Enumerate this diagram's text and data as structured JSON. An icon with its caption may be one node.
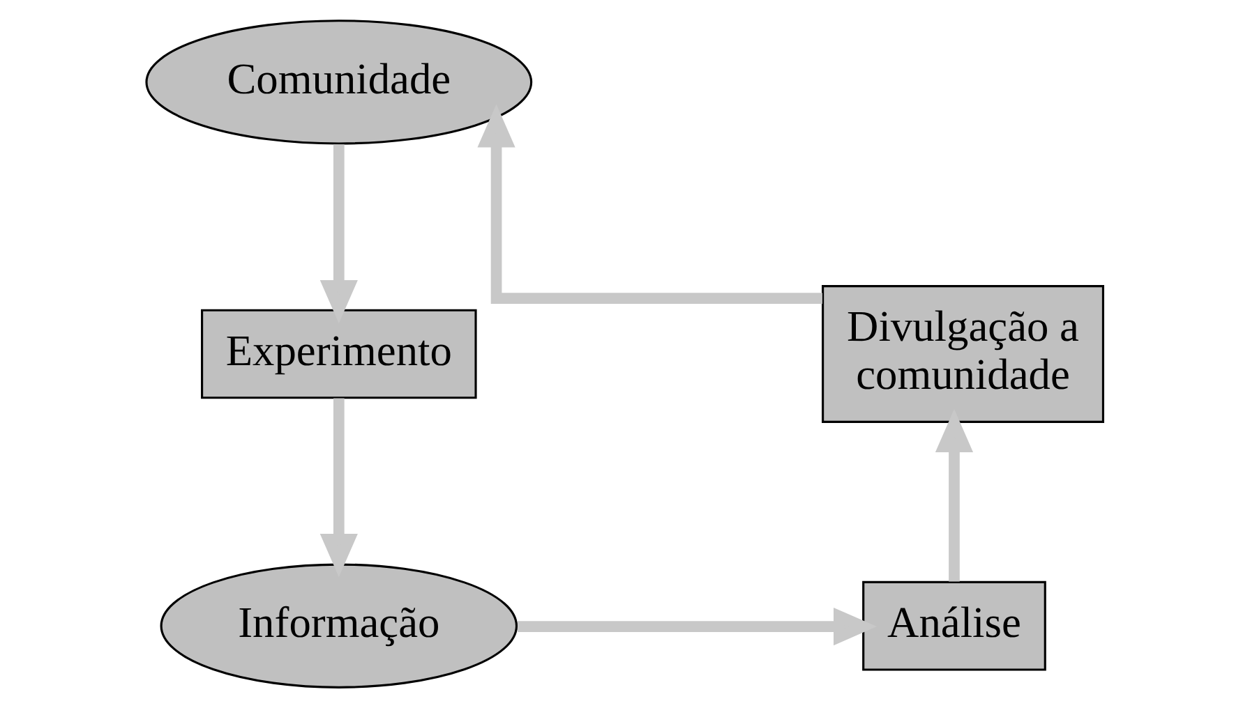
{
  "diagram": {
    "nodes": [
      {
        "text": [
          "Comunidade"
        ]
      },
      {
        "text": [
          "Experimento"
        ]
      },
      {
        "text": [
          "Informação"
        ]
      },
      {
        "text": [
          "Análise"
        ]
      },
      {
        "text": [
          "Divulgação a comunidade"
        ]
      }
    ],
    "edges": [
      {
        "from": 0,
        "to": 1,
        "arrow": "to"
      },
      {
        "from": 1,
        "to": 2,
        "arrow": "to"
      },
      {
        "from": 2,
        "to": 3,
        "arrow": "to"
      },
      {
        "from": 3,
        "to": 4,
        "arrow": "to"
      },
      {
        "from": 4,
        "to": 0,
        "arrow": "to"
      }
    ]
  }
}
